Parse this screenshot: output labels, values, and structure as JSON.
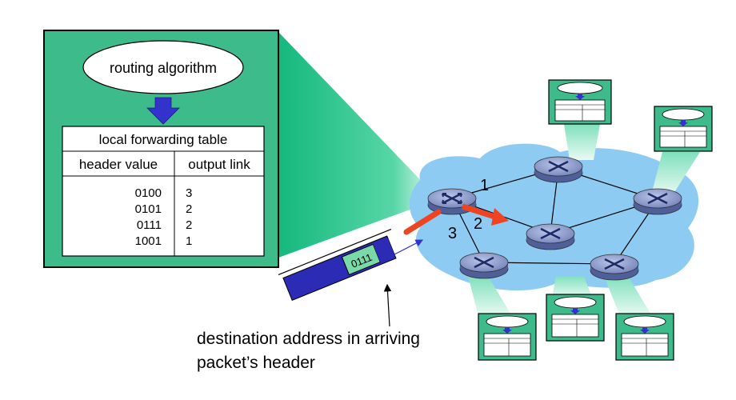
{
  "control_box": {
    "oval_label": "routing algorithm",
    "table_title": "local forwarding table",
    "col_header_value": "header value",
    "col_output_link": "output link",
    "rows": [
      {
        "header": "0100",
        "link": "3"
      },
      {
        "header": "0101",
        "link": "2"
      },
      {
        "header": "0111",
        "link": "2"
      },
      {
        "header": "1001",
        "link": "1"
      }
    ]
  },
  "packet": {
    "header_value": "0111"
  },
  "links": {
    "l1": "1",
    "l2": "2",
    "l3": "3"
  },
  "caption": {
    "line1": "destination address in arriving",
    "line2": "packet’s header"
  },
  "colors": {
    "panel_green": "#3dbb8a",
    "network_blue": "#8ecbf3",
    "router_blue": "#6e7fb8",
    "arrow_blue": "#3333cc",
    "arrow_red": "#ee4422",
    "packet_blue": "#2b2bb5"
  }
}
